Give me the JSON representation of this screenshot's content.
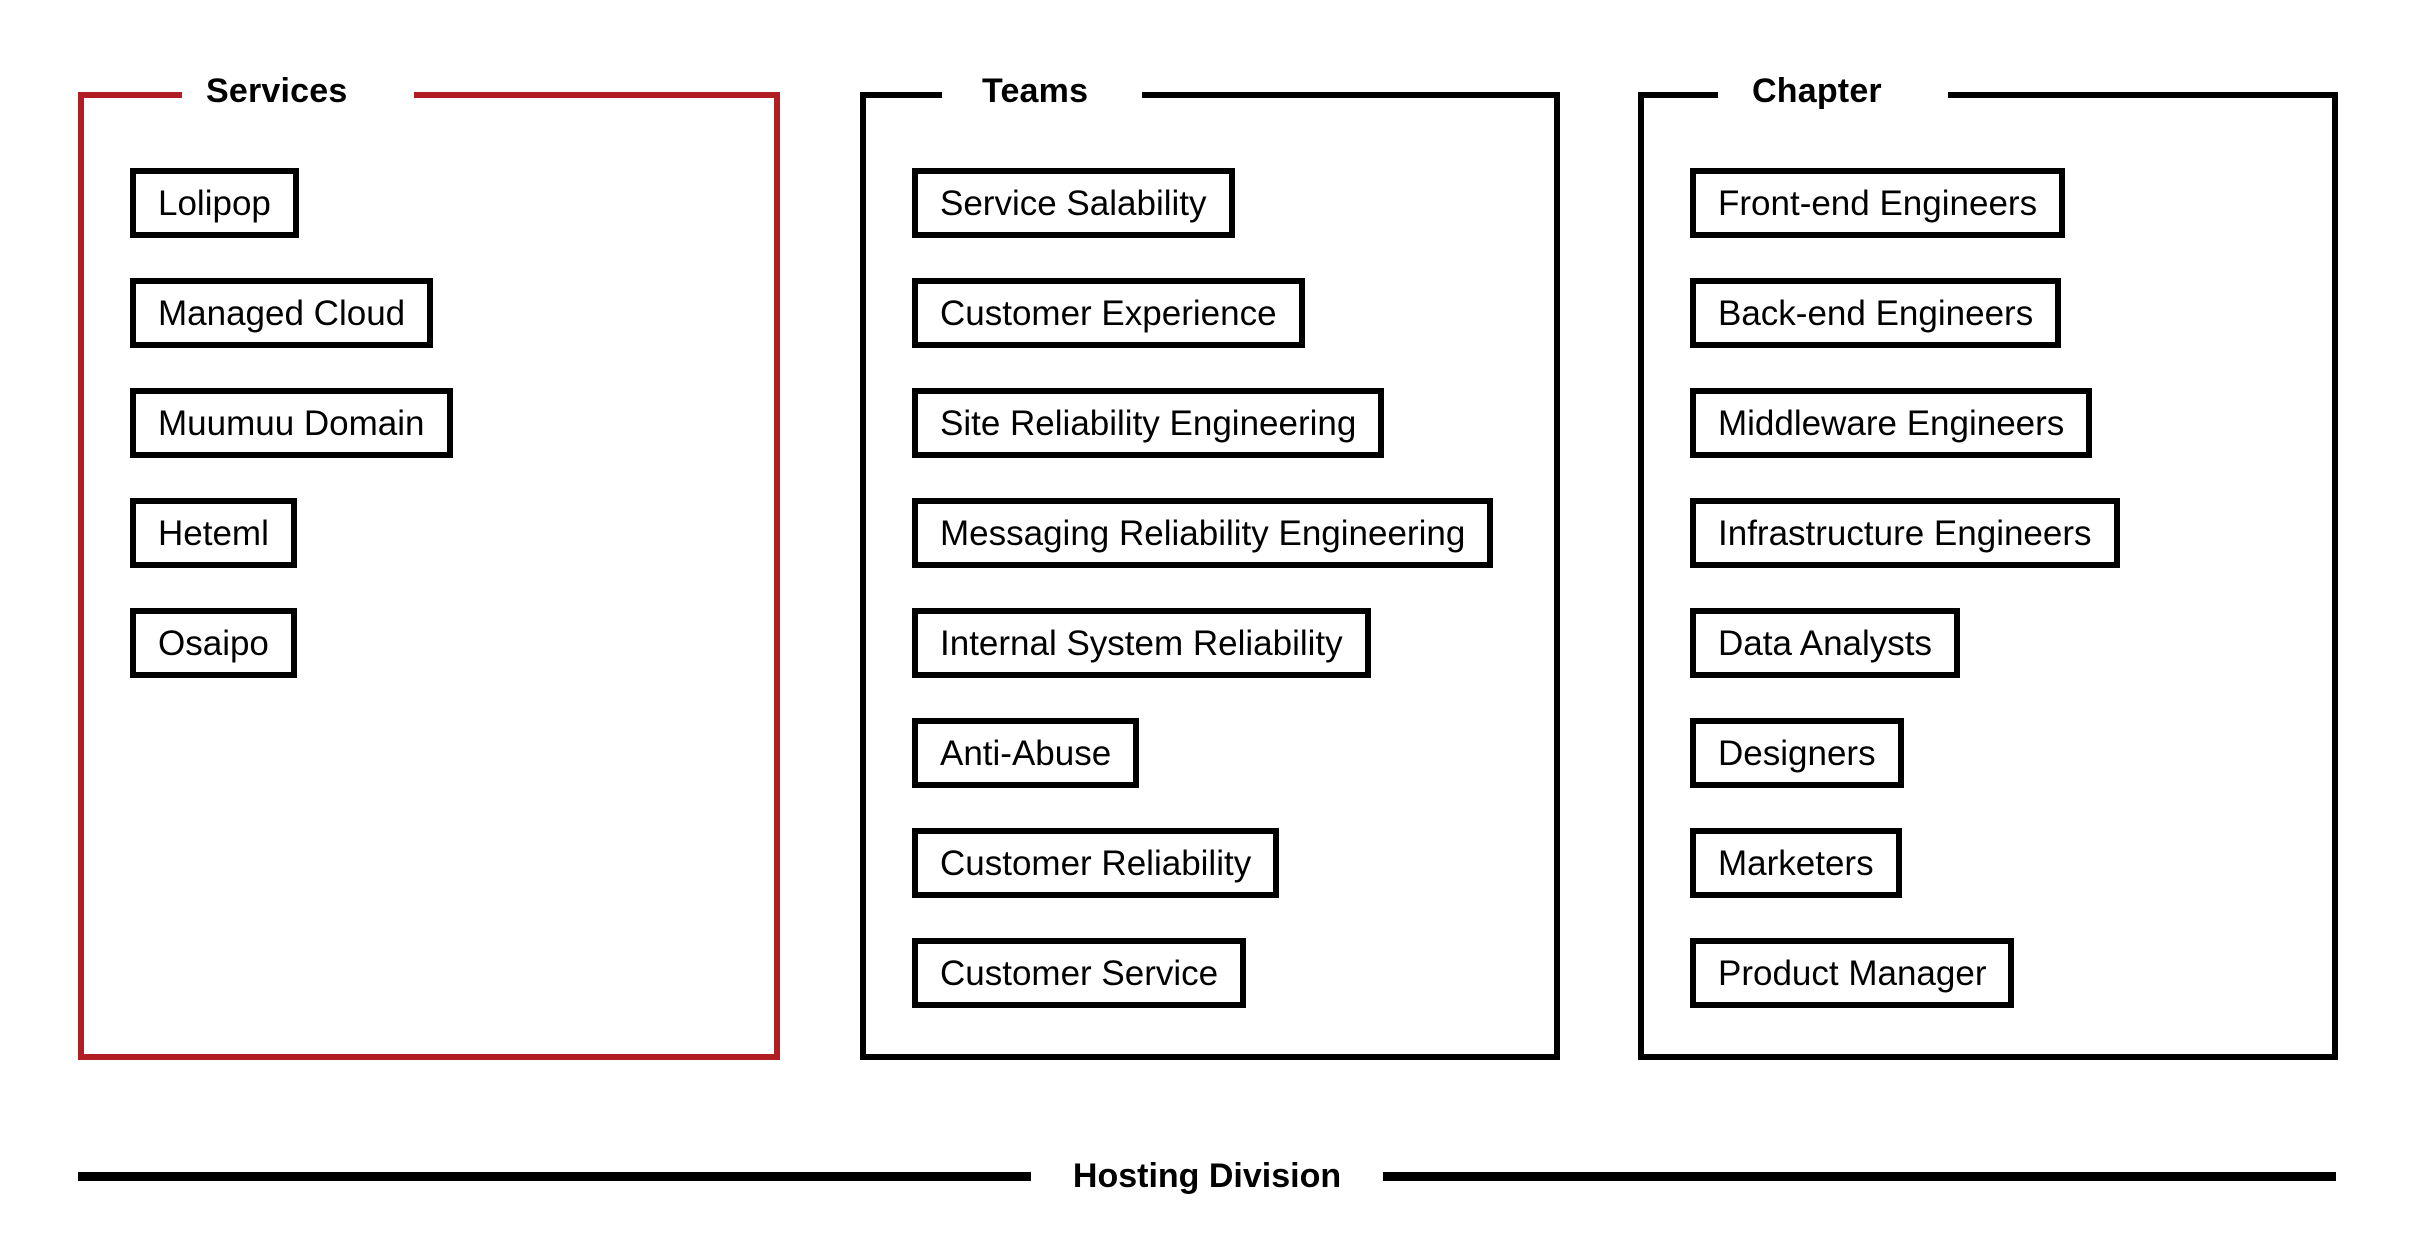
{
  "diagram": {
    "title": "Hosting Division",
    "accent_red": "#b01e23",
    "accent_black": "#000000",
    "groups": [
      {
        "id": "services",
        "label": "Services",
        "border_color": "#b01e23",
        "items": [
          "Lolipop",
          "Managed Cloud",
          "Muumuu Domain",
          "Heteml",
          "Osaipo"
        ]
      },
      {
        "id": "teams",
        "label": "Teams",
        "border_color": "#000000",
        "items": [
          "Service Salability",
          "Customer Experience",
          "Site Reliability Engineering",
          "Messaging Reliability Engineering",
          "Internal System Reliability",
          "Anti-Abuse",
          "Customer Reliability",
          "Customer Service"
        ]
      },
      {
        "id": "chapter",
        "label": "Chapter",
        "border_color": "#000000",
        "items": [
          "Front-end Engineers",
          "Back-end Engineers",
          "Middleware Engineers",
          "Infrastructure Engineers",
          "Data Analysts",
          "Designers",
          "Marketers",
          "Product Manager"
        ]
      }
    ]
  }
}
